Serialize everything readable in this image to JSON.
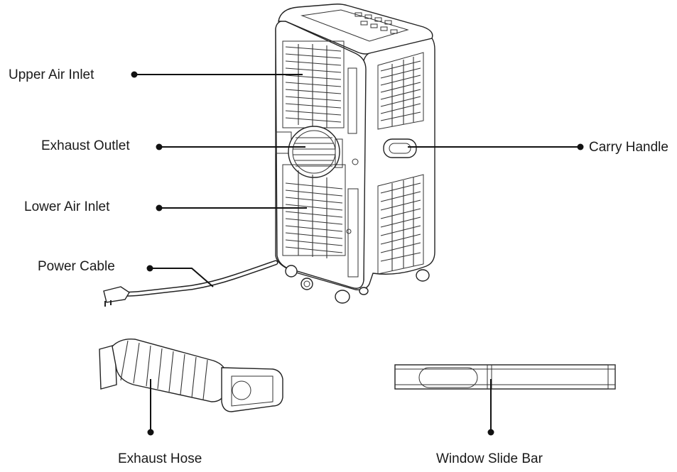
{
  "labels": {
    "upper_air_inlet": "Upper Air Inlet",
    "exhaust_outlet": "Exhaust Outlet",
    "lower_air_inlet": "Lower Air Inlet",
    "power_cable": "Power Cable",
    "carry_handle": "Carry Handle",
    "exhaust_hose": "Exhaust Hose",
    "window_slide_bar": "Window Slide Bar"
  }
}
